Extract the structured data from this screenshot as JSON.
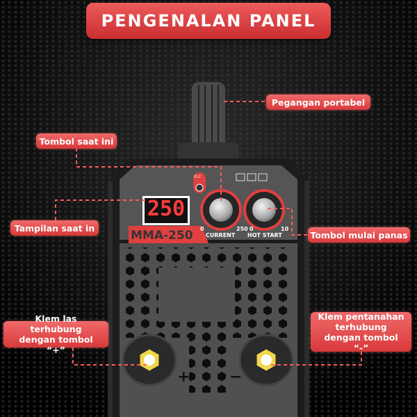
{
  "title": "PENGENALAN PANEL",
  "labels": {
    "handle": "Pegangan portabel",
    "current_knob": "Tombol saat ini",
    "display": "Tampilan saat in",
    "hot_start_knob": "Tombol mulai panas",
    "positive_clamp": "Klem las terhubung dengan tombol “+”",
    "negative_clamp": "Klem pentanahan terhubung dengan tombol “-”"
  },
  "panel": {
    "display_value": "250",
    "model": "MMA-250",
    "oc_label": "O.C",
    "current_label": "CURRENT",
    "current_min": "0",
    "current_max": "250",
    "hot_start_label": "HOT START",
    "hot_min": "0",
    "hot_max": "10",
    "plus": "+",
    "minus": "−"
  },
  "colors": {
    "accent": "#e0403f",
    "body": "#4a4a4a",
    "display": "#ff3b3b"
  }
}
